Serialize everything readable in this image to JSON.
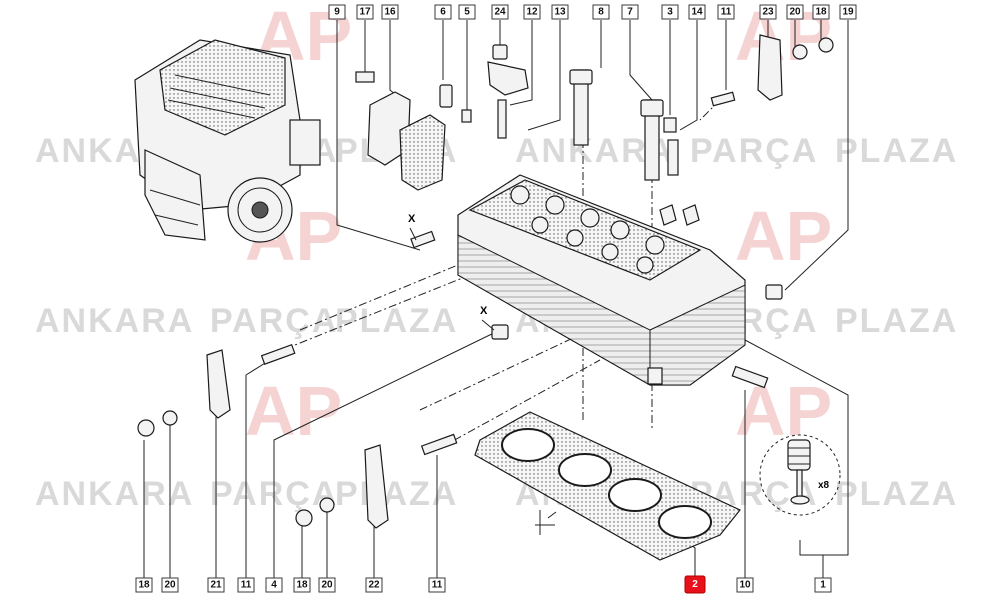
{
  "watermark": {
    "word1": "ANKARA",
    "word2": "PARÇA",
    "word3": "PLAZA",
    "logo": "AP"
  },
  "callouts": {
    "top": [
      "9",
      "17",
      "16",
      "6",
      "5",
      "24",
      "12",
      "13",
      "8",
      "7",
      "3",
      "14",
      "11",
      "23",
      "20",
      "18",
      "19"
    ],
    "bottom": [
      "18",
      "20",
      "21",
      "11",
      "4",
      "18",
      "20",
      "22",
      "11",
      "2",
      "10",
      "1"
    ]
  },
  "highlighted_part": "2",
  "labels": {
    "x_mark_a": "X",
    "x_mark_b": "X",
    "valve_qty": "x8"
  },
  "colors": {
    "highlight": "#e8101a",
    "watermark_text": "#d9d9d9",
    "watermark_logo": "#f3c9c9"
  }
}
